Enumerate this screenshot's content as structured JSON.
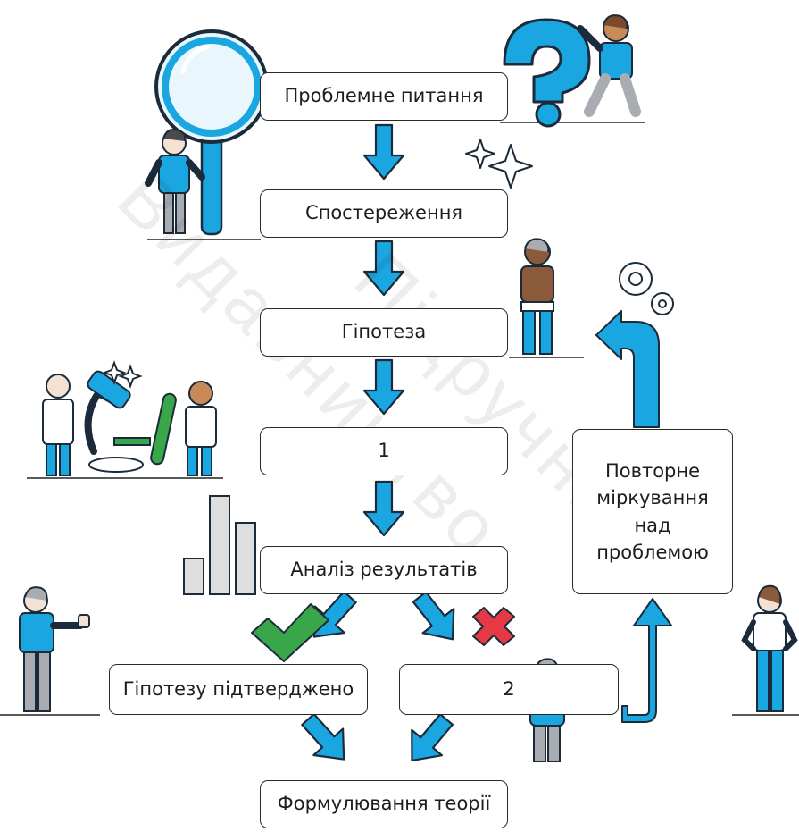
{
  "steps": {
    "problem": "Проблемне питання",
    "observation": "Спостереження",
    "hypothesis": "Гіпотеза",
    "step1": "1",
    "analysis": "Аналіз результатів",
    "confirmed": "Гіпотезу підтверджено",
    "step2": "2",
    "theory": "Формулювання теорії",
    "rethink": "Повторне міркування над проблемою"
  },
  "watermark": {
    "line1": "Видавництво",
    "line2": "Підручник"
  },
  "colors": {
    "arrow_fill": "#1aa6e0",
    "arrow_stroke": "#1b2b3a",
    "check": "#3aa64a",
    "cross": "#e63945",
    "figure_blue": "#1aa6e0",
    "figure_gray": "#a9adb1"
  }
}
